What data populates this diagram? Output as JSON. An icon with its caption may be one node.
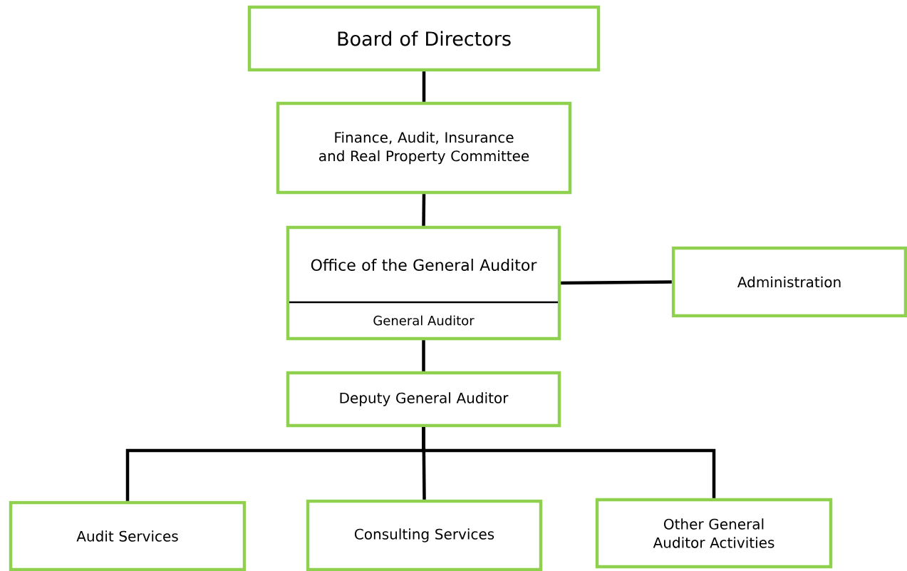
{
  "diagram": {
    "nodes": [
      {
        "text": [
          "Board of Directors"
        ]
      },
      {
        "text": [
          "Finance, Audit, Insurance and Real Property Committee"
        ]
      },
      {
        "text": [
          "Office of the General Auditor",
          "General Auditor"
        ]
      },
      {
        "text": [
          "Administration"
        ]
      },
      {
        "text": [
          "Deputy General Auditor"
        ]
      },
      {
        "text": [
          "Audit Services"
        ]
      },
      {
        "text": [
          "Consulting Services"
        ]
      },
      {
        "text": [
          "Other General Auditor Activities"
        ]
      }
    ],
    "edges": [
      {
        "from": 0,
        "to": 1,
        "arrow": "none"
      },
      {
        "from": 1,
        "to": 2,
        "arrow": "none"
      },
      {
        "from": 2,
        "to": 3,
        "arrow": "none"
      },
      {
        "from": 2,
        "to": 4,
        "arrow": "none"
      },
      {
        "from": 4,
        "to": 5,
        "arrow": "none"
      },
      {
        "from": 4,
        "to": 6,
        "arrow": "none"
      },
      {
        "from": 4,
        "to": 7,
        "arrow": "none"
      }
    ]
  }
}
